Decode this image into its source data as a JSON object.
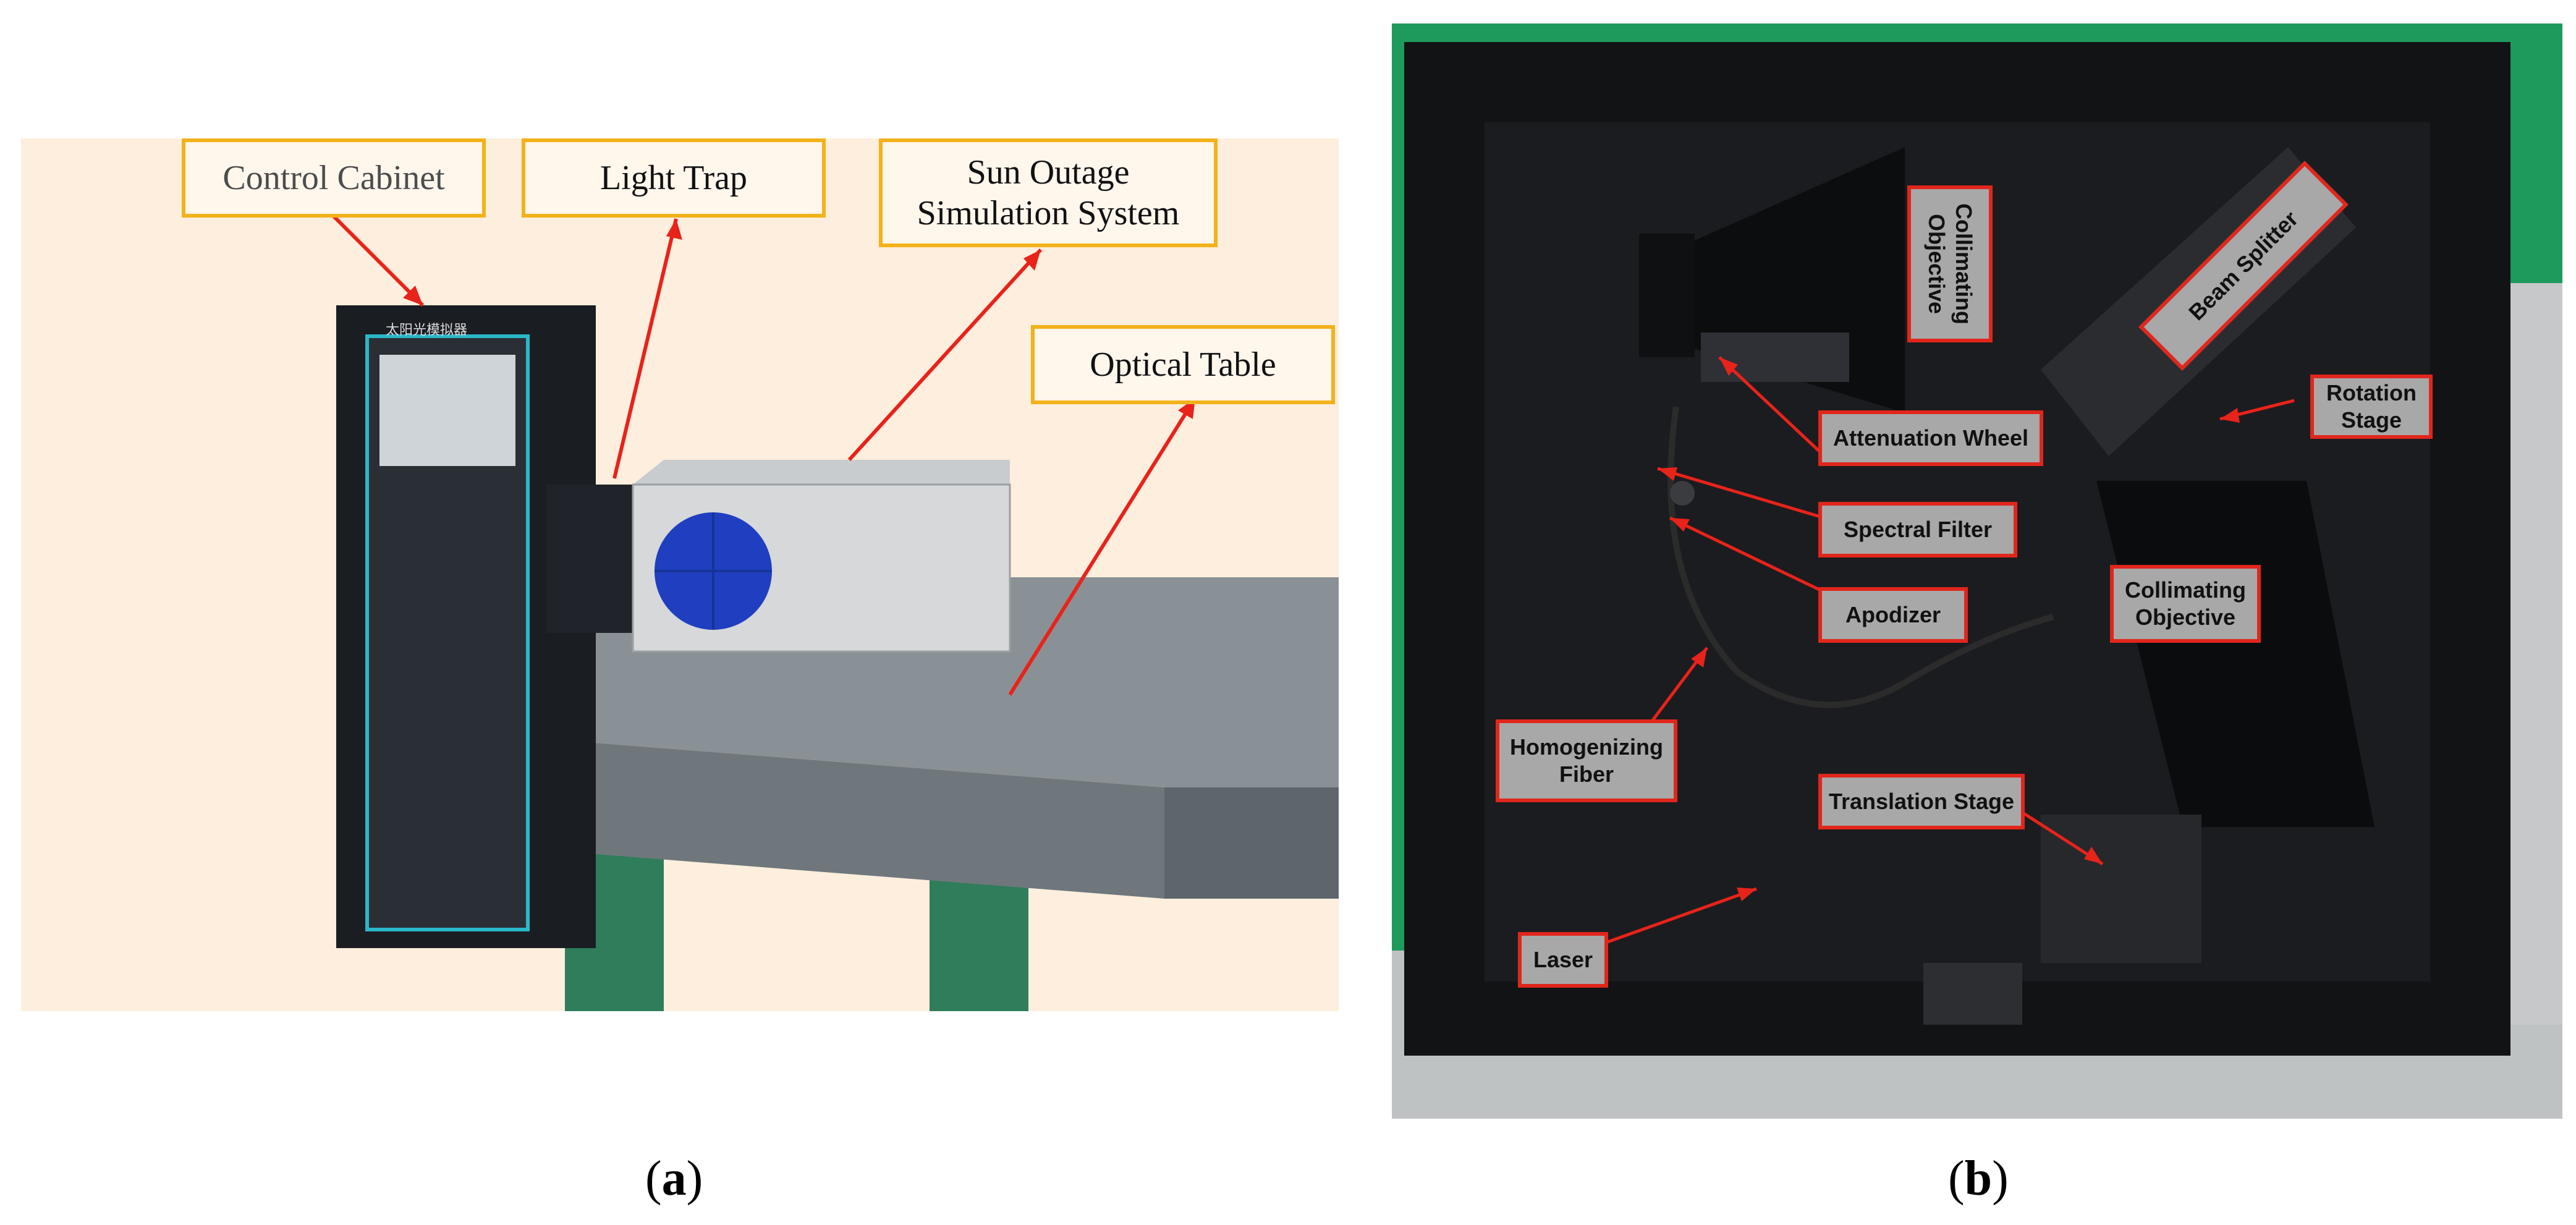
{
  "figure": {
    "panel_a": {
      "caption_letter": "a",
      "labels": {
        "control_cabinet": "Control Cabinet",
        "light_trap": "Light Trap",
        "sun_outage": "Sun Outage Simulation System",
        "optical_table": "Optical Table"
      },
      "cabinet_sign": "太阳光模拟器"
    },
    "panel_b": {
      "caption_letter": "b",
      "labels": {
        "collimating_objective_top": "Collimating Objective",
        "beam_splitter": "Beam Splitter",
        "rotation_stage": "Rotation Stage",
        "attenuation_wheel": "Attenuation Wheel",
        "spectral_filter": "Spectral Filter",
        "apodizer": "Apodizer",
        "collimating_objective_bottom": "Collimating Objective",
        "homogenizing_fiber": "Homogenizing Fiber",
        "translation_stage": "Translation Stage",
        "laser": "Laser"
      }
    }
  },
  "colors": {
    "label_a_border": "#f2b21a",
    "label_b_border": "#e1261c",
    "arrow": "#e8231a"
  }
}
